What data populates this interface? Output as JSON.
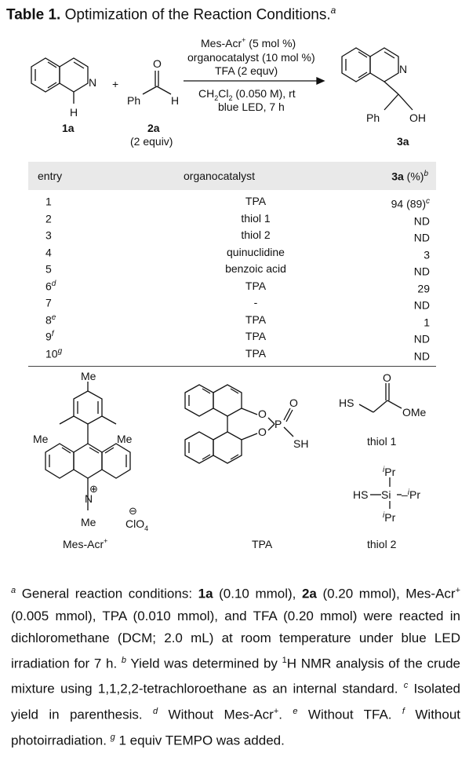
{
  "title": {
    "label": "Table 1.",
    "text": "Optimization of the Reaction Conditions.",
    "mark": "a"
  },
  "scheme": {
    "reactant1_label": "1a",
    "reactant2_label": "2a",
    "reactant2_equiv": "(2 equiv)",
    "product_label": "3a",
    "cond_above": [
      "Mes-Acr",
      "+",
      " (5 mol %)",
      "organocatalyst (10 mol %)",
      "TFA (2 equv)"
    ],
    "cond_below_1a": "CH",
    "cond_below_1b": "2",
    "cond_below_1c": "Cl",
    "cond_below_1d": "2",
    "cond_below_1e": " (0.050 M), rt",
    "cond_below_2": "blue LED, 7 h",
    "atom_N": "N",
    "atom_H": "H",
    "atom_O": "O",
    "atom_Ph": "Ph",
    "atom_OH": "OH"
  },
  "table": {
    "headers": {
      "entry": "entry",
      "catalyst": "organocatalyst",
      "yield_bold": "3a",
      "yield_unit": " (%)",
      "yield_mark": "b"
    },
    "rows": [
      {
        "entry": "1",
        "mark": "",
        "catalyst": "TPA",
        "yield": "94 (89)",
        "ymark": "c"
      },
      {
        "entry": "2",
        "mark": "",
        "catalyst": "thiol 1",
        "yield": "ND",
        "ymark": ""
      },
      {
        "entry": "3",
        "mark": "",
        "catalyst": "thiol 2",
        "yield": "ND",
        "ymark": ""
      },
      {
        "entry": "4",
        "mark": "",
        "catalyst": "quinuclidine",
        "yield": "3",
        "ymark": ""
      },
      {
        "entry": "5",
        "mark": "",
        "catalyst": "benzoic acid",
        "yield": "ND",
        "ymark": ""
      },
      {
        "entry": "6",
        "mark": "d",
        "catalyst": "TPA",
        "yield": "29",
        "ymark": ""
      },
      {
        "entry": "7",
        "mark": "",
        "catalyst": "-",
        "yield": "ND",
        "ymark": ""
      },
      {
        "entry": "8",
        "mark": "e",
        "catalyst": "TPA",
        "yield": "1",
        "ymark": ""
      },
      {
        "entry": "9",
        "mark": "f",
        "catalyst": "TPA",
        "yield": "ND",
        "ymark": ""
      },
      {
        "entry": "10",
        "mark": "g",
        "catalyst": "TPA",
        "yield": "ND",
        "ymark": ""
      }
    ]
  },
  "structures": {
    "mesacr_label": "Mes-Acr",
    "mesacr_charge": "+",
    "tpa_label": "TPA",
    "thiol1_label": "thiol 1",
    "thiol2_label": "thiol 2",
    "me": "Me",
    "clo4": "ClO",
    "clo4_sub": "4",
    "plus": "⊕",
    "minus": "⊖",
    "o": "O",
    "p": "P",
    "sh": "SH",
    "hs": "HS",
    "ome": "OMe",
    "si": "Si",
    "ipr": "Pr",
    "i": "i",
    "n": "N"
  },
  "footnotes": {
    "a_mark": "a",
    "a_text1": " General reaction conditions: ",
    "a_1a": "1a",
    "a_1a_amt": " (0.10 mmol), ",
    "a_2a": "2a",
    "a_2a_amt": " (0.20 mmol), Mes-Acr",
    "a_plus": "+",
    "a_text2": " (0.005 mmol), TPA (0.010 mmol), and TFA (0.20 mmol) were reacted in dichloromethane (DCM; 2.0 mL) at room temperature under blue LED irradiation for 7 h. ",
    "b_mark": "b",
    "b_text1": " Yield was determined by ",
    "b_sup": "1",
    "b_text2": "H NMR analysis of the crude mixture using 1,1,2,2-tetrachloroethane as an internal standard. ",
    "c_mark": "c",
    "c_text": " Isolated yield in parenthesis. ",
    "d_mark": "d",
    "d_text1": " Without Mes-Acr",
    "d_plus": "+",
    "d_text2": ". ",
    "e_mark": "e",
    "e_text": " Without TFA. ",
    "f_mark": "f",
    "f_text": " Without photoirradiation. ",
    "g_mark": "g",
    "g_text": " 1 equiv TEMPO was added."
  }
}
